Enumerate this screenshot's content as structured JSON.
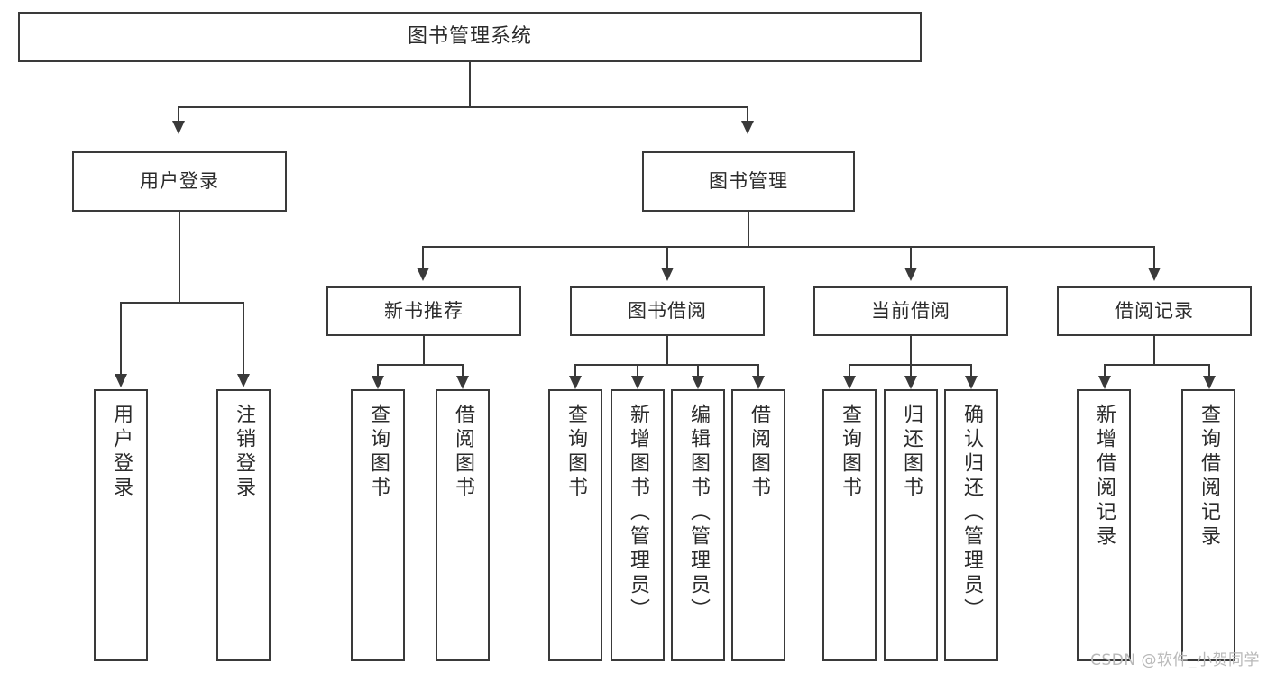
{
  "diagram": {
    "title": "图书管理系统",
    "type": "tree-hierarchy-chart",
    "root": {
      "label": "图书管理系统"
    },
    "level2": [
      {
        "label": "用户登录"
      },
      {
        "label": "图书管理"
      }
    ],
    "level3": [
      {
        "label": "新书推荐"
      },
      {
        "label": "图书借阅"
      },
      {
        "label": "当前借阅"
      },
      {
        "label": "借阅记录"
      }
    ],
    "leaves": {
      "user_login": [
        {
          "label": "用户登录"
        },
        {
          "label": "注销登录"
        }
      ],
      "new_book_recommend": [
        {
          "label": "查询图书"
        },
        {
          "label": "借阅图书"
        }
      ],
      "book_borrow": [
        {
          "label": "查询图书"
        },
        {
          "label": "新增图书（管理员）"
        },
        {
          "label": "编辑图书（管理员）"
        },
        {
          "label": "借阅图书"
        }
      ],
      "current_borrow": [
        {
          "label": "查询图书"
        },
        {
          "label": "归还图书"
        },
        {
          "label": "确认归还（管理员）"
        }
      ],
      "borrow_record": [
        {
          "label": "新增借阅记录"
        },
        {
          "label": "查询借阅记录"
        }
      ]
    }
  },
  "watermark": {
    "text": "CSDN @软件_小贺同学"
  },
  "colors": {
    "stroke": "#3a3a3a",
    "text": "#2b2b2b",
    "background": "#ffffff",
    "watermark": "#b8b8b8"
  }
}
